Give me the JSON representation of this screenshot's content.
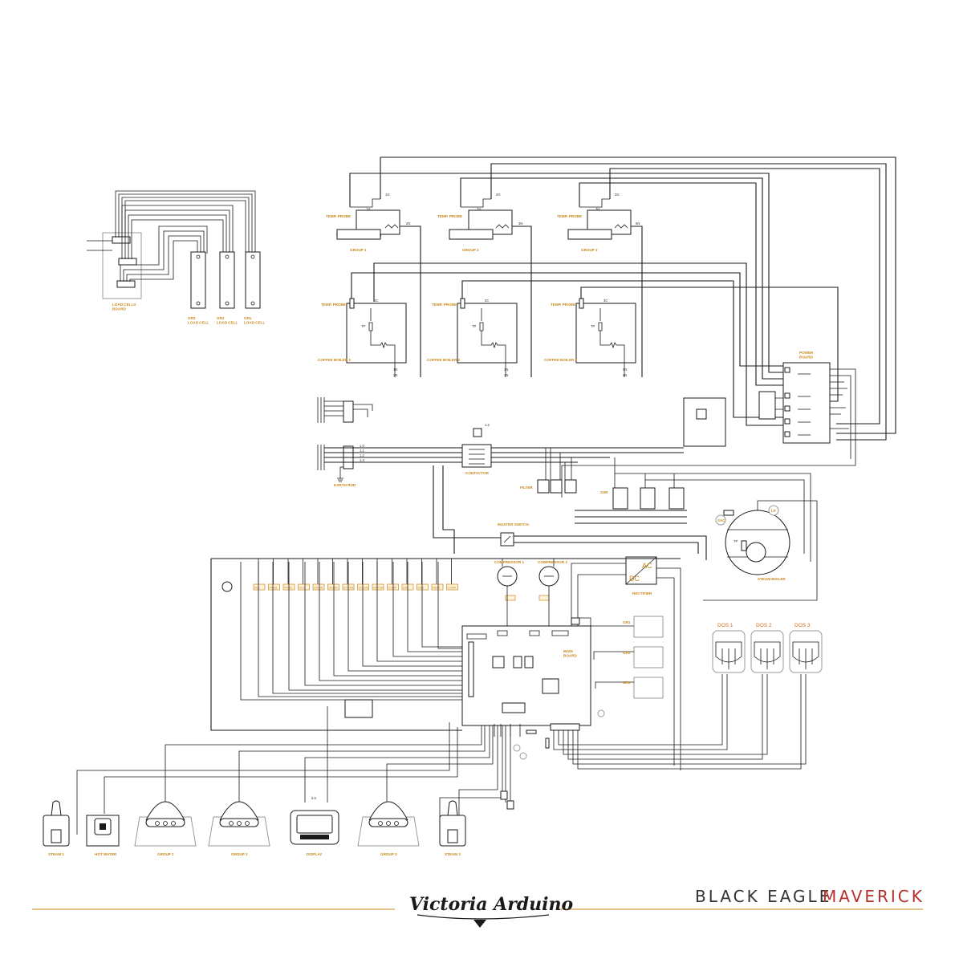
{
  "load_cells": {
    "board_label": "LOAD CELLS\nBOARD",
    "cells": [
      "GR3\nLOAD CELL",
      "GR2\nLOAD CELL",
      "GR1\nLOAD CELL"
    ]
  },
  "groups": [
    {
      "probe": "TEMP. PROBE",
      "name": "GROUP 1",
      "heater_in": "1G",
      "heater_out": "2N",
      "relay": "1H"
    },
    {
      "probe": "TEMP. PROBE",
      "name": "GROUP 2",
      "heater_in": "2G",
      "heater_out": "3N",
      "relay": "2H"
    },
    {
      "probe": "TEMP. PROBE",
      "name": "GROUP 3",
      "heater_in": "3G",
      "heater_out": "5N",
      "relay": "3H"
    }
  ],
  "coffee_boilers": [
    {
      "probe": "TEMP. PROBE",
      "name": "COFFEE BOILER 1",
      "in": "1C",
      "tp": "TP",
      "out_a": "1N",
      "out_b": "2N"
    },
    {
      "probe": "TEMP. PROBE",
      "name": "COFFEE BOILER 2",
      "in": "2C",
      "tp": "TP",
      "out_a": "3N",
      "out_b": "4N"
    },
    {
      "probe": "TEMP. PROBE",
      "name": "COFFEE BOILER 3",
      "in": "3C",
      "tp": "TP",
      "out_a": "5N",
      "out_b": "6N"
    }
  ],
  "power_board": {
    "label": "POWER\nBOARD"
  },
  "mains": {
    "label": "EARTH ROD",
    "wires": [
      "1.0",
      "1.1",
      "1.2",
      "1.3"
    ]
  },
  "contactor": {
    "label": "CONTACTOR",
    "code": "1.2"
  },
  "filter": {
    "label": "FILTER"
  },
  "ssr": {
    "label": "SSR"
  },
  "master_switch": {
    "label": "MASTER SWITCH"
  },
  "compressors": [
    "COMPRESSOR 1",
    "COMPRESSOR 2"
  ],
  "rectifier": {
    "label": "RECTIFIER",
    "ac": "AC",
    "dc": "DC"
  },
  "steam_boiler": {
    "label": "STEAM BOILER",
    "tp": "TP",
    "probes": [
      "SAC",
      "LP"
    ]
  },
  "main_board": {
    "label": "MAIN\nBOARD"
  },
  "gr_blocks": [
    "GR1",
    "GR2",
    "GR3"
  ],
  "doses": [
    "DOS 1",
    "DOS 2",
    "DOS 3"
  ],
  "valve_tags": [
    "FILL",
    "PREB",
    "PREB",
    "SOL",
    "DRAIN",
    "DRAIN",
    "STEAM",
    "STEAM",
    "WATER",
    "COMP",
    "GR1",
    "GR2",
    "HEAT",
    "COMP"
  ],
  "bottom_components": [
    {
      "name": "STEAM 1",
      "type": "lever"
    },
    {
      "name": "HOT WATER",
      "type": "button"
    },
    {
      "name": "GROUP 1",
      "type": "dome"
    },
    {
      "name": "GROUP 2",
      "type": "dome"
    },
    {
      "name": "DISPLAY",
      "type": "screen",
      "code": "5.6"
    },
    {
      "name": "GROUP 3",
      "type": "dome"
    },
    {
      "name": "STEAM 2",
      "type": "lever"
    }
  ],
  "footer": {
    "logo": "Victoria Arduino",
    "brand_part1": "BLACK EAGLE",
    "brand_part2": "MAVERICK",
    "brand_color": "#b3302b",
    "accent_color": "#c8871a"
  }
}
